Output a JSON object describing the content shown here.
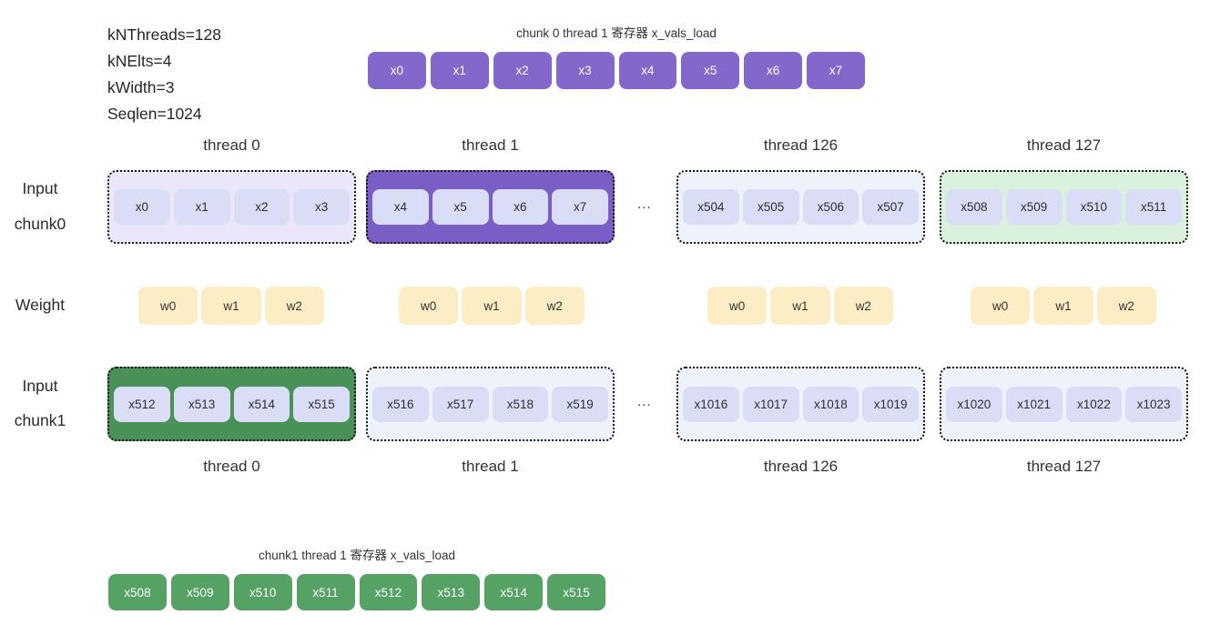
{
  "params": {
    "lines": [
      "kNThreads=128",
      "kNElts=4",
      "kWidth=3",
      "Seqlen=1024"
    ]
  },
  "top_register": {
    "caption": "chunk 0 thread 1 寄存器 x_vals_load",
    "cells": [
      "x0",
      "x1",
      "x2",
      "x3",
      "x4",
      "x5",
      "x6",
      "x7"
    ]
  },
  "chunk0": {
    "row_label_line1": "Input",
    "row_label_line2": "chunk0",
    "ellipsis": "...",
    "groups": [
      {
        "thread": "thread 0",
        "variant": "light-purple",
        "cells": [
          "x0",
          "x1",
          "x2",
          "x3"
        ]
      },
      {
        "thread": "thread 1",
        "variant": "purple",
        "cells": [
          "x4",
          "x5",
          "x6",
          "x7"
        ]
      },
      {
        "thread": "thread 126",
        "variant": "light-blue",
        "cells": [
          "x504",
          "x505",
          "x506",
          "x507"
        ]
      },
      {
        "thread": "thread 127",
        "variant": "light-green",
        "cells": [
          "x508",
          "x509",
          "x510",
          "x511"
        ]
      }
    ]
  },
  "weight": {
    "row_label": "Weight",
    "groups": [
      [
        "w0",
        "w1",
        "w2"
      ],
      [
        "w0",
        "w1",
        "w2"
      ],
      [
        "w0",
        "w1",
        "w2"
      ],
      [
        "w0",
        "w1",
        "w2"
      ]
    ]
  },
  "chunk1": {
    "row_label_line1": "Input",
    "row_label_line2": "chunk1",
    "ellipsis": "...",
    "groups": [
      {
        "thread": "thread 0",
        "variant": "green",
        "cells": [
          "x512",
          "x513",
          "x514",
          "x515"
        ]
      },
      {
        "thread": "thread 1",
        "variant": "light-blue",
        "cells": [
          "x516",
          "x517",
          "x518",
          "x519"
        ]
      },
      {
        "thread": "thread 126",
        "variant": "light-blue",
        "cells": [
          "x1016",
          "x1017",
          "x1018",
          "x1019"
        ]
      },
      {
        "thread": "thread 127",
        "variant": "light-blue",
        "cells": [
          "x1020",
          "x1021",
          "x1022",
          "x1023"
        ]
      }
    ]
  },
  "bottom_register": {
    "caption": "chunk1 thread 1 寄存器 x_vals_load",
    "cells": [
      "x508",
      "x509",
      "x510",
      "x511",
      "x512",
      "x513",
      "x514",
      "x515"
    ]
  },
  "colors": {
    "purple_cell": "#8467ca",
    "purple_container": "#7a5ec5",
    "lavender_cell": "#d9def6",
    "light_purple_bg": "#ebe6fa",
    "light_blue_bg": "#edf2fb",
    "light_green_bg": "#d9f1dd",
    "green_container": "#4a9158",
    "green_cell": "#56a164",
    "weight_cell": "#fcedc4",
    "text": "#2d2d2d"
  }
}
